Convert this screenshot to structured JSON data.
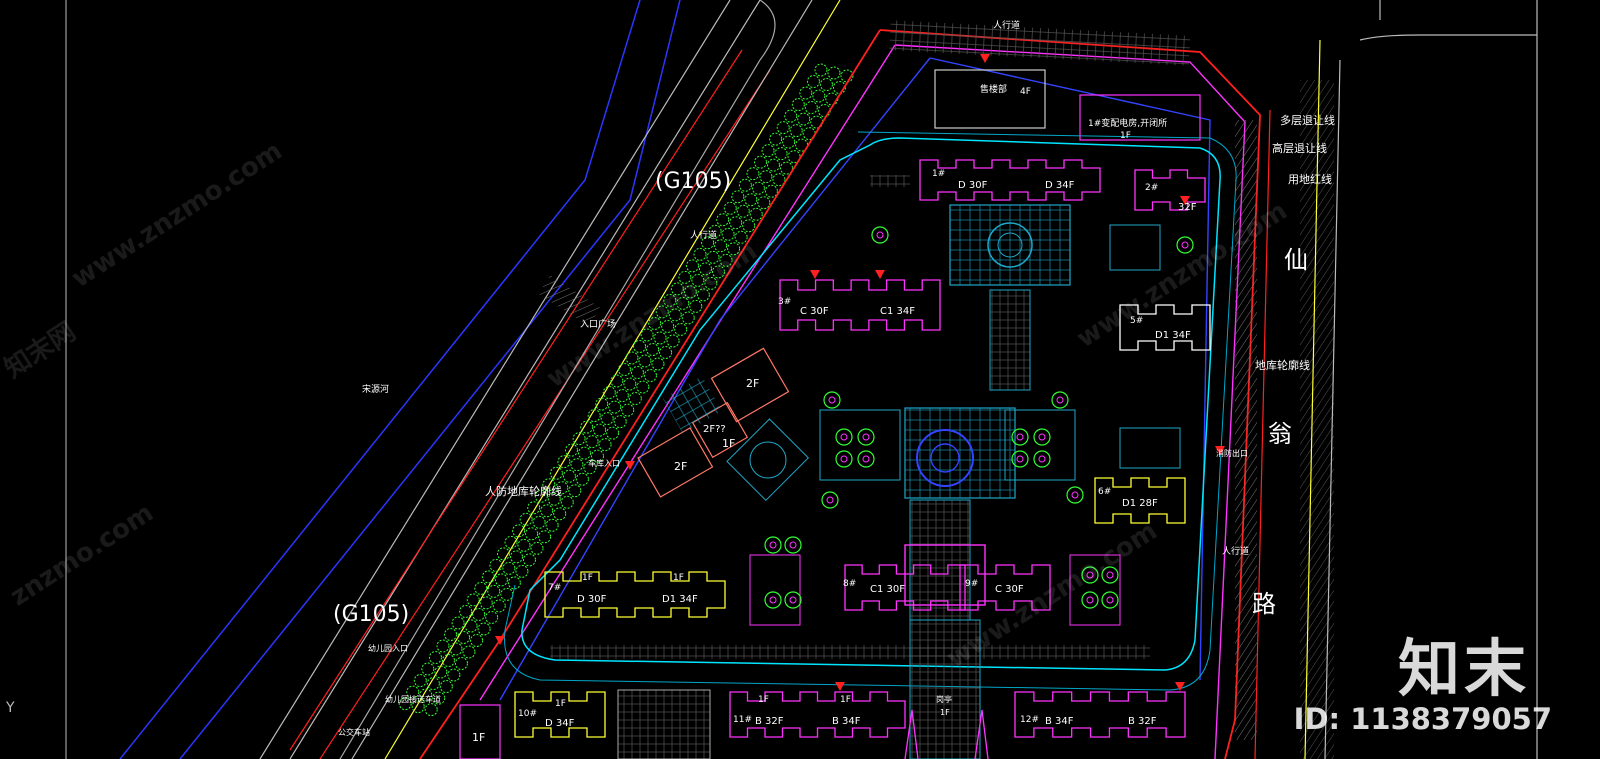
{
  "roads": {
    "highway_top": "(G105)",
    "highway_bottom": "(G105)",
    "road_name_chars": [
      "仙",
      "翁",
      "路"
    ],
    "river": "宋源河"
  },
  "setbacks": {
    "multi_storey": "多层退让线",
    "high_rise": "高层退让线",
    "land_red_line": "用地红线",
    "basement_outline": "地库轮廓线",
    "civil_defense_outline": "人防地库轮廓线"
  },
  "annotations": {
    "sidewalk_top": "人行道",
    "sidewalk_diag": "人行道",
    "sidewalk_right": "人行道",
    "entry_plaza": "入口广场",
    "garage_entry": "车库入口",
    "fire_exit": "消防出口",
    "kindergarten_entry": "幼儿园入口",
    "kindergarten_drop": "幼儿园接送车道",
    "bus_stop": "公交车站",
    "guard": "岗亭",
    "mystery": "2F??"
  },
  "buildings": {
    "sales": {
      "name": "售楼部",
      "floors": "4F"
    },
    "substation": {
      "name": "1#变配电房,开闭所",
      "floors": "1F"
    },
    "b1": {
      "num": "1#",
      "t1": "D 30F",
      "t2": "D 34F"
    },
    "b2": {
      "num": "2#",
      "t1": "32F"
    },
    "b3": {
      "num": "3#",
      "t1": "C 30F",
      "t2": "C1 34F"
    },
    "b5": {
      "num": "5#",
      "t1": "D1 34F"
    },
    "b6": {
      "num": "6#",
      "t1": "D1 28F"
    },
    "b7": {
      "num": "7#",
      "t1": "D 30F",
      "t2": "D1 34F",
      "f1": "1F",
      "f2": "1F"
    },
    "b8": {
      "num": "8#",
      "t1": "C1 30F"
    },
    "b9": {
      "num": "9#",
      "t1": "C 30F"
    },
    "b10": {
      "num": "10#",
      "t1": "D 34F",
      "f1": "1F"
    },
    "b11": {
      "num": "11#",
      "t1": "B 32F",
      "t2": "B 34F",
      "f1": "1F",
      "f2": "1F"
    },
    "b12": {
      "num": "12#",
      "t1": "B 34F",
      "t2": "B 32F"
    },
    "club_a": "2F",
    "club_b": "2F",
    "club_c": "1F",
    "kinder": "1F",
    "guard_floor": "1F"
  },
  "watermark": {
    "brand": "知末",
    "id": "ID: 1138379057",
    "url": "www.znzmo.com",
    "url2": "znzmo.com",
    "cn": "知末网"
  },
  "axis": {
    "y": "Y"
  },
  "colors": {
    "background": "#000000",
    "boundary_red": "#ff2020",
    "magenta": "#ff33ff",
    "cyan": "#00e5ff",
    "green": "#33ff33",
    "yellow": "#ffff33",
    "white": "#ffffff",
    "blue": "#3344ff",
    "grey": "#9a9a9a",
    "orange": "#ff9944"
  }
}
